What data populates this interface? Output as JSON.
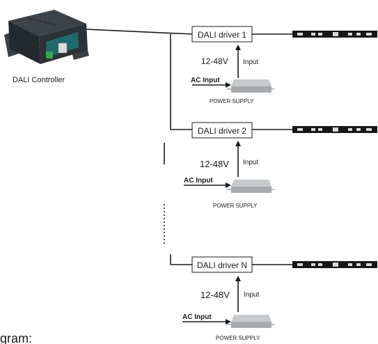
{
  "controller": {
    "label": "DALI Controller",
    "device_text": "DALI TOOL MASTER"
  },
  "drivers": [
    {
      "name": "DALI driver 1",
      "voltage": "12-48V",
      "input_label": "Input",
      "ac_label": "AC Input",
      "psu_label": "POWER SUPPLY"
    },
    {
      "name": "DALI driver 2",
      "voltage": "12-48V",
      "input_label": "Input",
      "ac_label": "AC Input",
      "psu_label": "POWER SUPPLY"
    },
    {
      "name": "DALI driver N",
      "voltage": "12-48V",
      "input_label": "Input",
      "ac_label": "AC Input",
      "psu_label": "POWER SUPPLY"
    }
  ],
  "caption": "gram:",
  "colors": {
    "line": "#1a1a1a",
    "controller_body": "#2c3136",
    "controller_panel": "#1f6b6b",
    "terminal": "#2faa52",
    "psu_body": "#b9bcbe",
    "strip_led": "#d8d8d8"
  }
}
